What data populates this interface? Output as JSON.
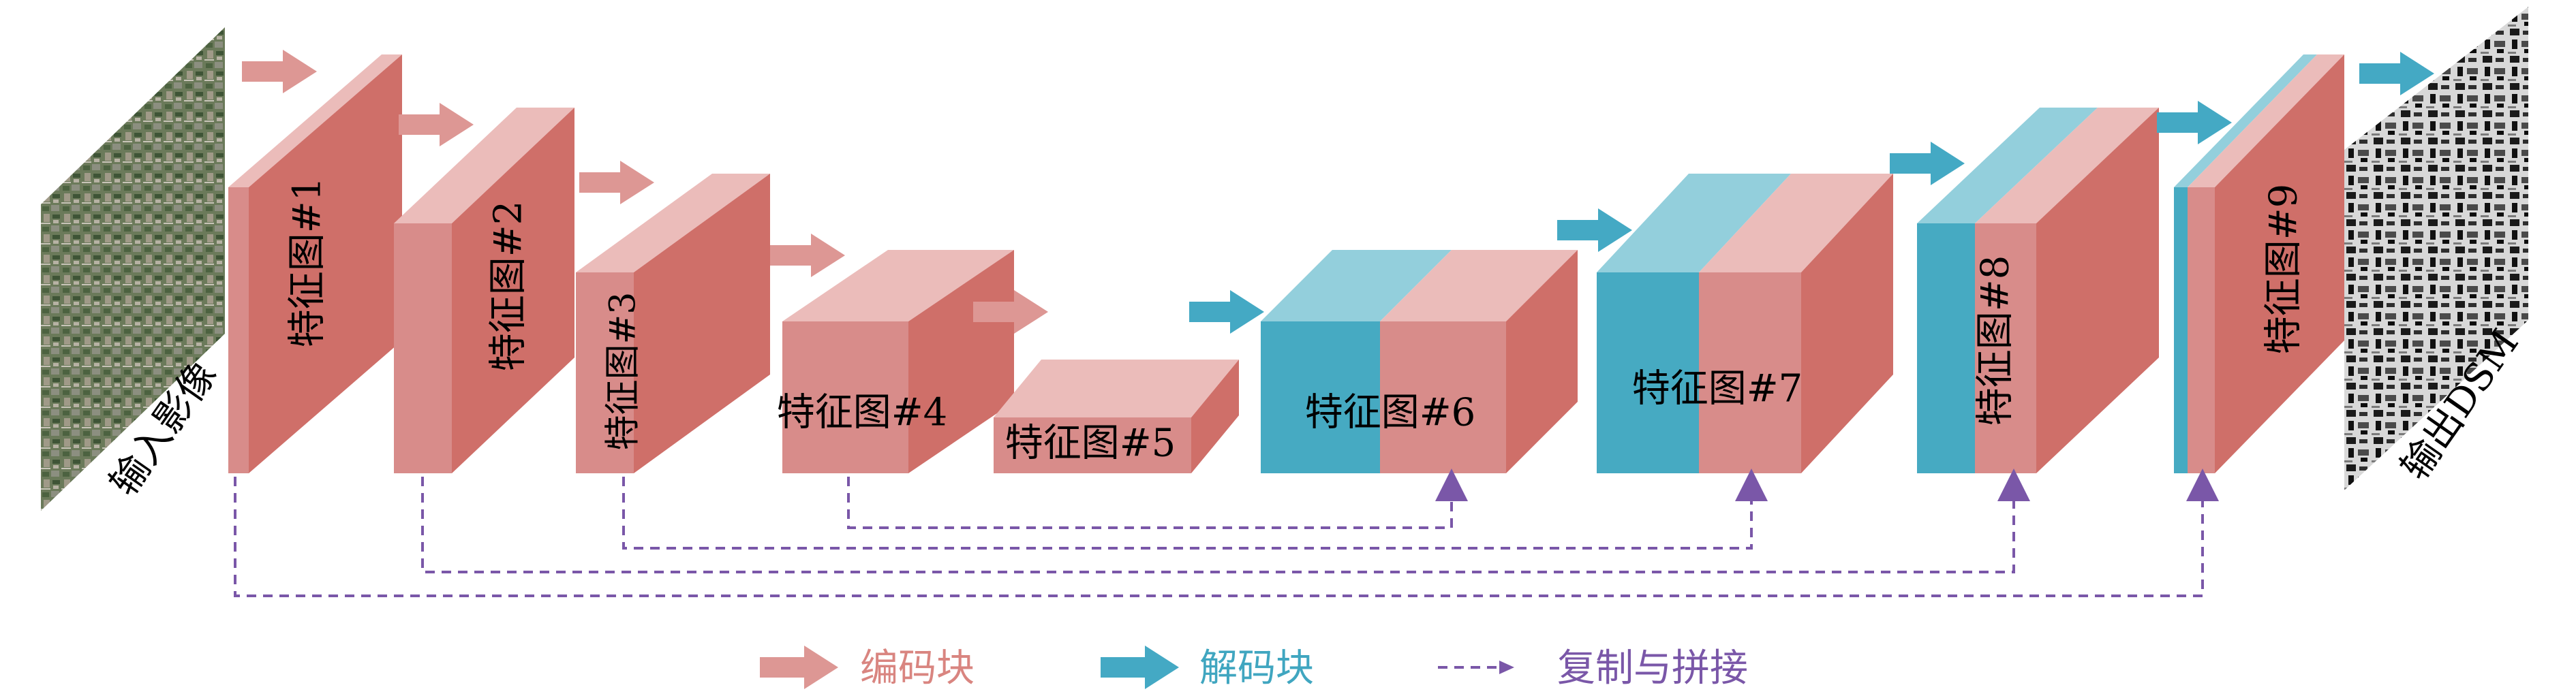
{
  "input_label": "输入影像",
  "output_label": "输出DSM",
  "feature_maps": [
    {
      "label": "特征图#1",
      "kind": "encoder"
    },
    {
      "label": "特征图#2",
      "kind": "encoder"
    },
    {
      "label": "特征图#3",
      "kind": "encoder"
    },
    {
      "label": "特征图#4",
      "kind": "encoder"
    },
    {
      "label": "特征图#5",
      "kind": "encoder"
    },
    {
      "label": "特征图#6",
      "kind": "decoder"
    },
    {
      "label": "特征图#7",
      "kind": "decoder"
    },
    {
      "label": "特征图#8",
      "kind": "decoder"
    },
    {
      "label": "特征图#9",
      "kind": "decoder"
    }
  ],
  "legend": {
    "encoder": "编码块",
    "decoder": "解码块",
    "skip": "复制与拼接"
  },
  "colors": {
    "encoder_front": "#d88c8a",
    "encoder_top": "#ebbcba",
    "encoder_side": "#cf6f69",
    "encoder_arrow": "#dd9794",
    "decoder_front": "#46aac2",
    "decoder_top": "#93cfdc",
    "decoder_arrow": "#44a9c4",
    "skip_line": "#7a57a8",
    "encoder_legend_text": "#d98580",
    "decoder_legend_text": "#40a6c0",
    "skip_legend_text": "#7a57a8"
  }
}
